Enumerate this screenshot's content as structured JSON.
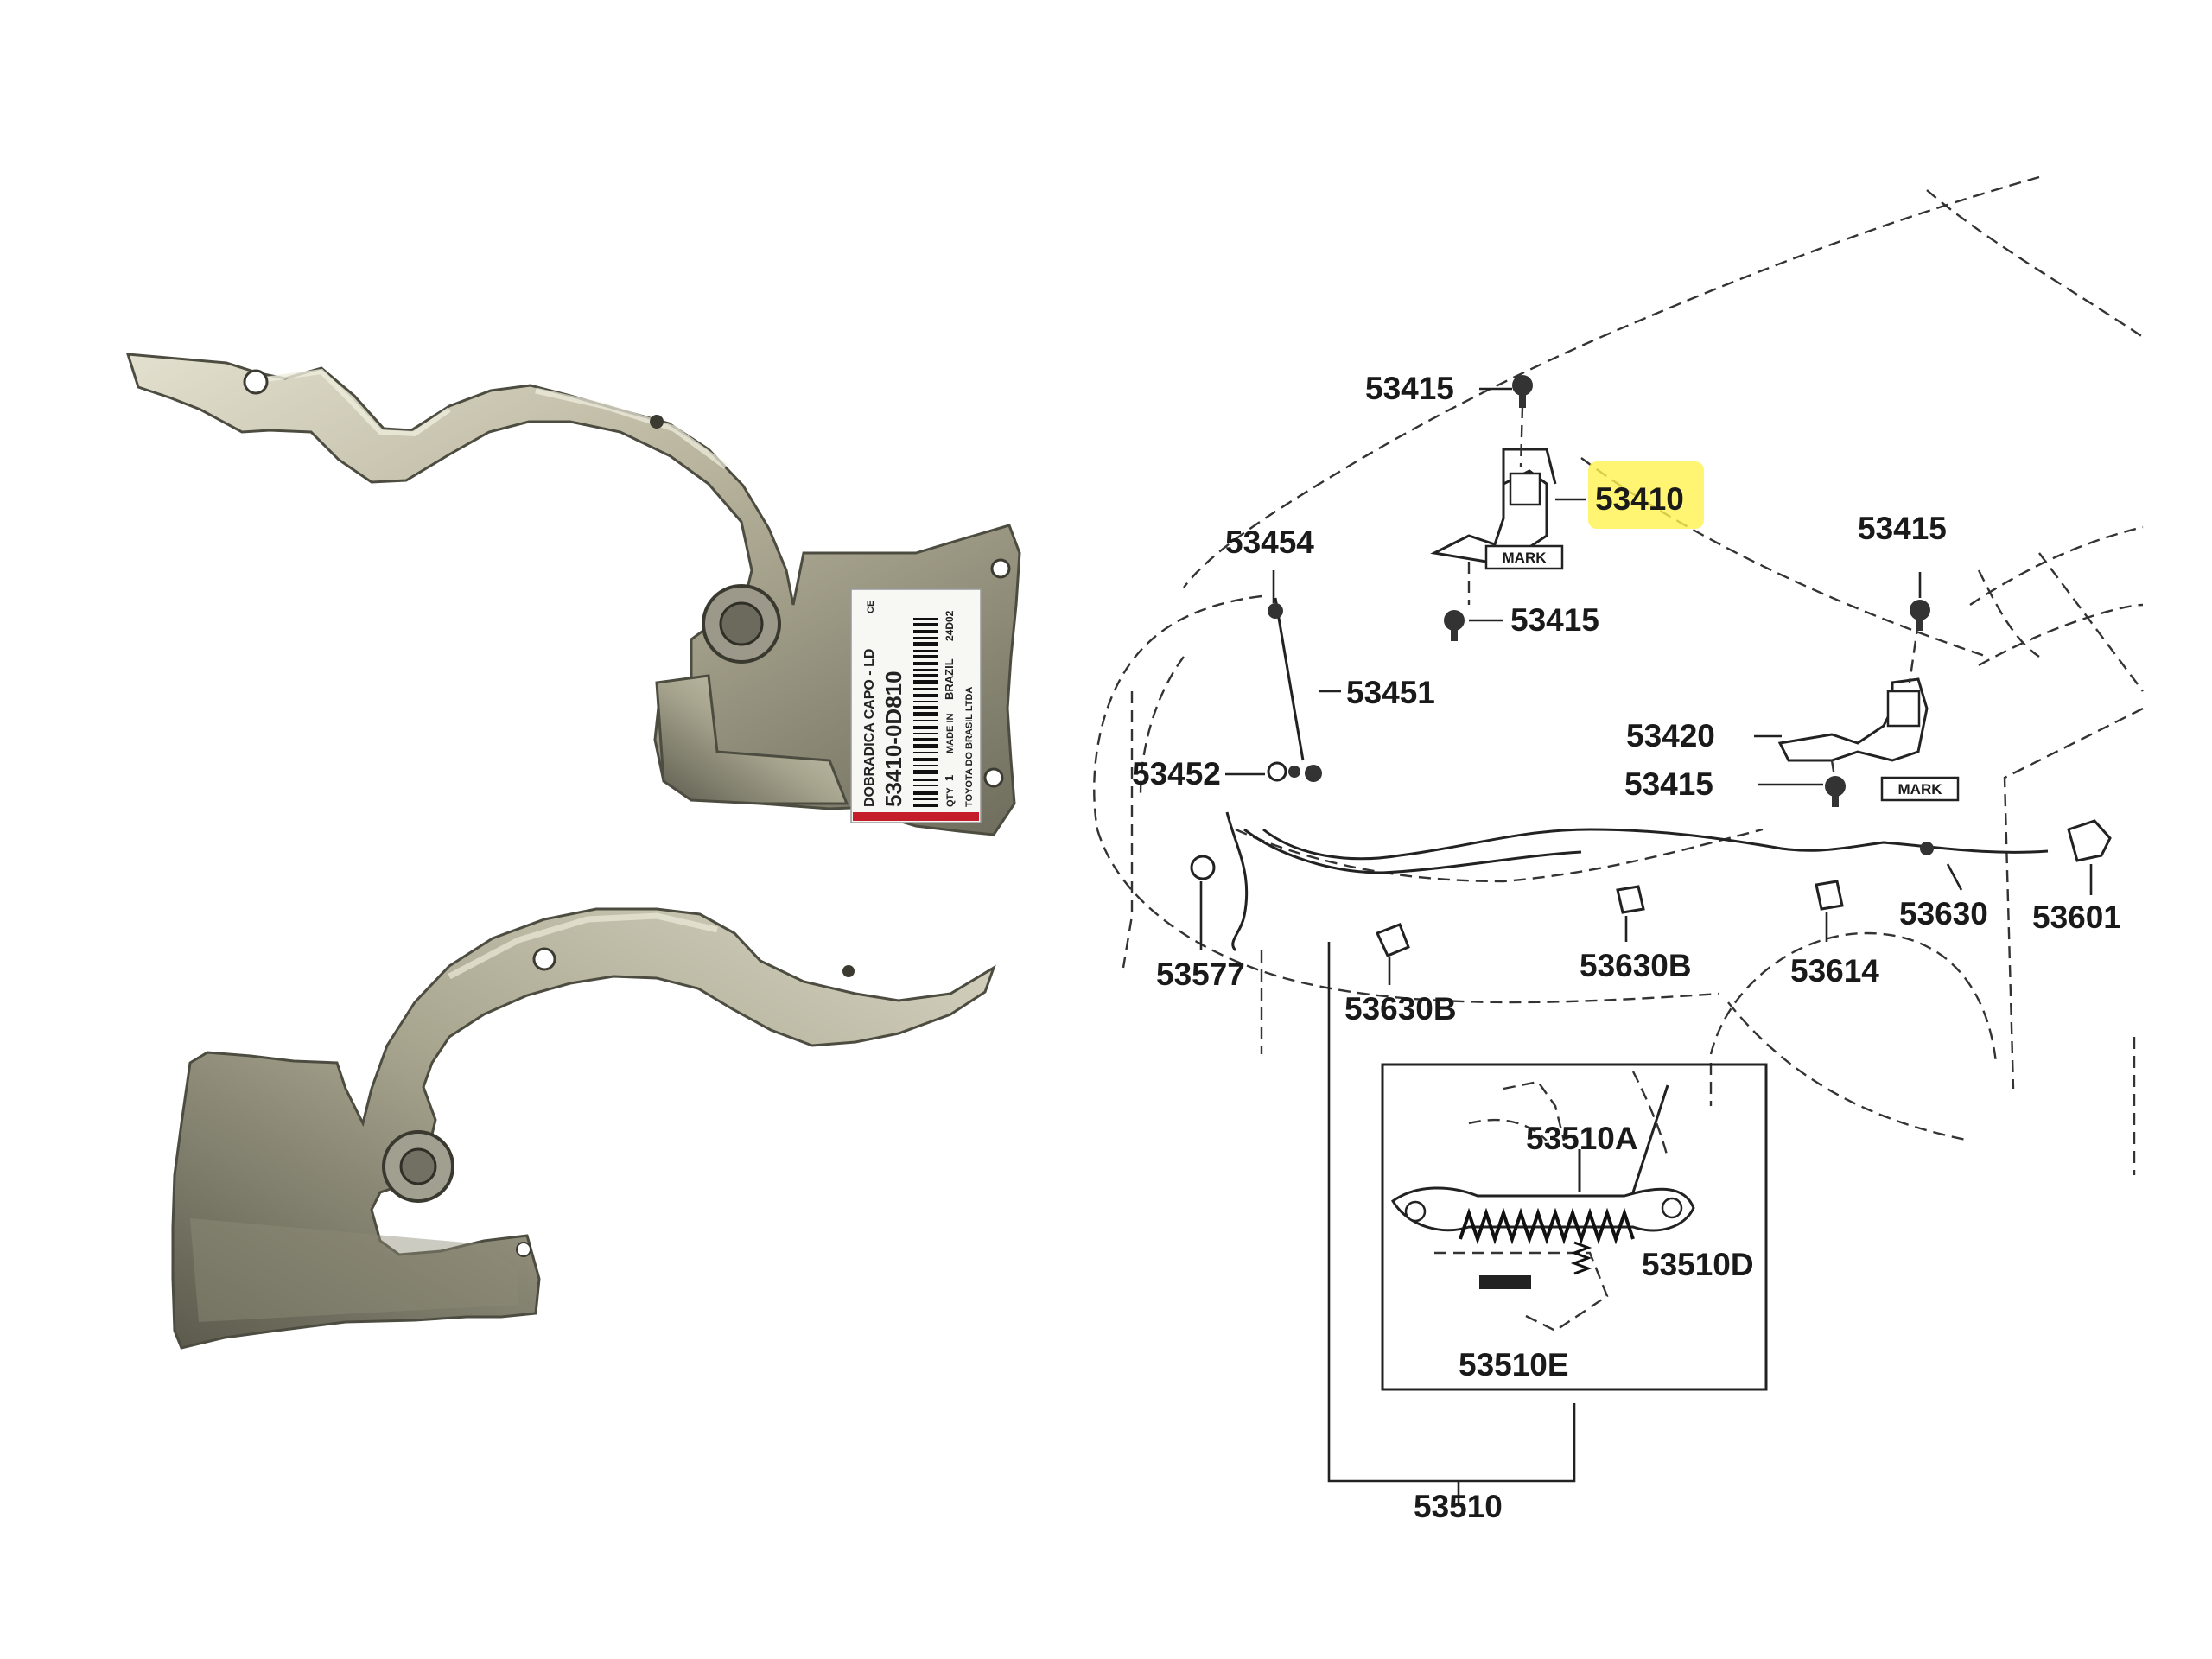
{
  "colors": {
    "highlight": "#fff24f",
    "metal_light": "#cfcbb8",
    "metal_mid": "#a8a58f",
    "metal_dark": "#5d5c4e",
    "label_red": "#c41e2a"
  },
  "photo": {
    "label": {
      "part_name": "DOBRADICA CAPO - LD",
      "part_number": "53410-0D810",
      "qty_caption": "QTY",
      "qty_value": "1",
      "made_in_caption": "MADE IN",
      "made_in_value": "BRAZIL",
      "manufacturer": "TOYOTA DO BRASIL LTDA",
      "date_code": "24D02",
      "ce_mark": "CE"
    }
  },
  "diagram": {
    "callouts": {
      "c53415_top": "53415",
      "c53410": "53410",
      "c53454": "53454",
      "c53415_mid": "53415",
      "c53415_right": "53415",
      "c53451": "53451",
      "c53420": "53420",
      "c53452": "53452",
      "c53415_lower": "53415",
      "c53630": "53630",
      "c53601": "53601",
      "c53577": "53577",
      "c53630b_left": "53630B",
      "c53630b_mid": "53630B",
      "c53614": "53614",
      "c53510a": "53510A",
      "c53510d": "53510D",
      "c53510e": "53510E",
      "c53510": "53510"
    },
    "mark_tags": [
      "MARK",
      "MARK"
    ],
    "highlighted_part": "53410"
  }
}
